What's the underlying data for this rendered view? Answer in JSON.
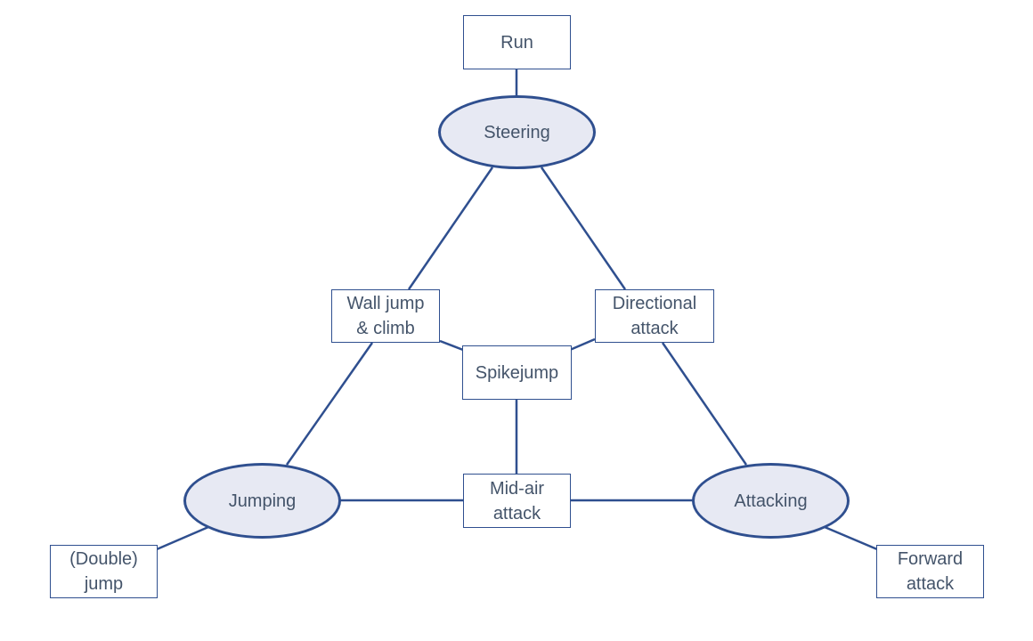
{
  "diagram": {
    "nodes": {
      "run": "Run",
      "steering": "Steering",
      "wall_jump": "Wall jump\n& climb",
      "directional_attack": "Directional\nattack",
      "spikejump": "Spikejump",
      "jumping": "Jumping",
      "mid_air_attack": "Mid-air\nattack",
      "attacking": "Attacking",
      "double_jump": "(Double)\njump",
      "forward_attack": "Forward\nattack"
    },
    "edges": [
      [
        "run",
        "steering"
      ],
      [
        "steering",
        "wall_jump"
      ],
      [
        "steering",
        "directional_attack"
      ],
      [
        "wall_jump",
        "jumping"
      ],
      [
        "directional_attack",
        "attacking"
      ],
      [
        "wall_jump",
        "spikejump"
      ],
      [
        "directional_attack",
        "spikejump"
      ],
      [
        "spikejump",
        "mid_air_attack"
      ],
      [
        "jumping",
        "mid_air_attack"
      ],
      [
        "mid_air_attack",
        "attacking"
      ],
      [
        "jumping",
        "double_jump"
      ],
      [
        "attacking",
        "forward_attack"
      ]
    ],
    "colors": {
      "line": "#2f4f8f",
      "text": "#44546a",
      "ellipse_fill": "#e7e9f3"
    }
  }
}
